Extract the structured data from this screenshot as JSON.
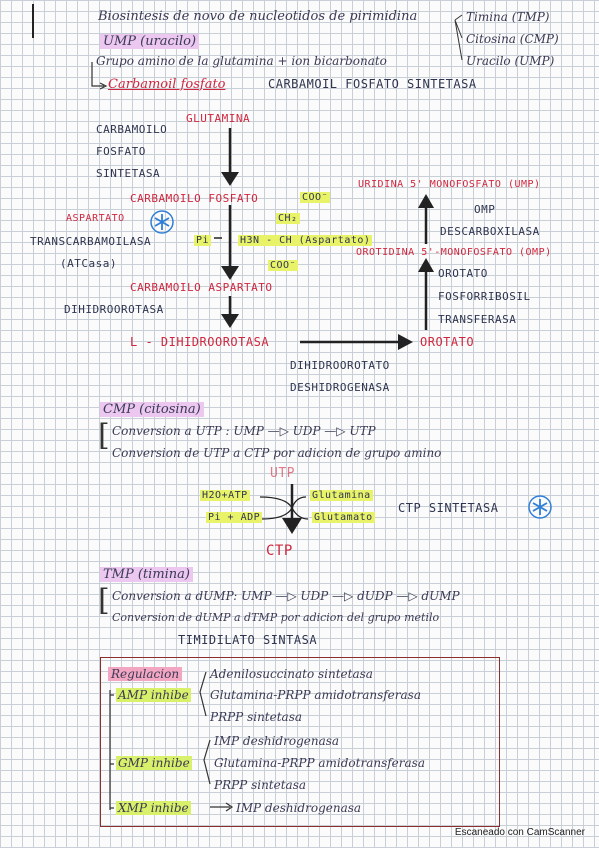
{
  "header": {
    "title": "Biosintesis de novo de nucleotidos de pirimidina",
    "ump": "UMP (uracilo)",
    "products": [
      "Timina (TMP)",
      "Citosina (CMP)",
      "Uracilo (UMP)"
    ],
    "grupo_amino": "Grupo amino de la glutamina + ion bicarbonato",
    "carbamoil_fosfato": "Carbamoil fosfato",
    "cps_enzyme": "CARBAMOIL FOSFATO SINTETASA"
  },
  "pathway": {
    "enzyme1": [
      "CARBAMOILO",
      "FOSFATO",
      "SINTETASA"
    ],
    "glutamina": "GLUTAMINA",
    "carbamoilo_fosfato": "CARBAMOILO FOSFATO",
    "coo": "COO⁻",
    "ch2": "CH₂",
    "pi": "Pi",
    "aspartato_formula": "H3N - CH (Aspartato)",
    "coo2": "COO⁻",
    "aspartato": "ASPARTATO",
    "transcarb": "TRANSCARBAMOILASA",
    "atcasa": "(ATCasa)",
    "carbamoilo_aspartato": "CARBAMOILO ASPARTATO",
    "dihidroorotasa": "DIHIDROOROTASA",
    "l_dihidroorotasa": "L - DIHIDROOROTASA",
    "dho_dehyd": [
      "DIHIDROOROTATO",
      "DESHIDROGENASA"
    ],
    "orotato": "OROTATO",
    "orotato_enzyme": [
      "OROTATO",
      "FOSFORRIBOSIL",
      "TRANSFERASA"
    ],
    "omp": "OROTIDINA 5'-MONOFOSFATO (OMP)",
    "omp_enzyme": [
      "OMP",
      "DESCARBOXILASA"
    ],
    "ump_full": "URIDINA 5' MONOFOSFATO (UMP)"
  },
  "ctp": {
    "title": "CMP (citosina)",
    "line1": "Conversion a UTP :  UMP —▷ UDP —▷ UTP",
    "line2": "Conversion de UTP a CTP por adicion de grupo amino",
    "utp": "UTP",
    "left1": "H2O+ATP",
    "left2": "Pi + ADP",
    "right1": "Glutamina",
    "right2": "Glutamato",
    "enzyme": "CTP SINTETASA",
    "product": "CTP"
  },
  "tmp": {
    "title": "TMP (timina)",
    "line1": "Conversion a dUMP:  UMP —▷ UDP —▷ dUDP —▷ dUMP",
    "line2": "Conversion de dUMP a dTMP por adicion del grupo metilo",
    "enzyme": "TIMIDILATO SINTASA"
  },
  "regulation": {
    "title": "Regulacion",
    "amp_label": "AMP inhibe",
    "amp_items": [
      "Adenilosuccinato sintetasa",
      "Glutamina-PRPP amidotransferasa",
      "PRPP sintetasa"
    ],
    "gmp_label": "GMP inhibe",
    "gmp_items": [
      "IMP deshidrogenasa",
      "Glutamina-PRPP amidotransferasa",
      "PRPP sintetasa"
    ],
    "xmp_label": "XMP inhibe",
    "xmp_item": "IMP deshidrogenasa"
  },
  "footer": "Escaneado con CamScanner",
  "colors": {
    "red": "#d0273f",
    "pink_highlight": "#ecc7ef",
    "yellow_highlight": "#e8f36a",
    "blue_icon": "#2f7fd8"
  }
}
